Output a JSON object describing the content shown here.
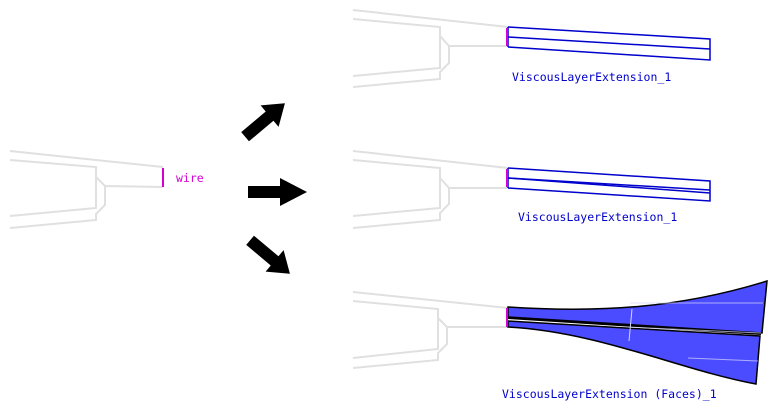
{
  "labels": {
    "wire": "wire",
    "result_1": "ViscousLayerExtension_1",
    "result_2": "ViscousLayerExtension_1",
    "result_3": "ViscousLayerExtension (Faces)_1"
  },
  "colors": {
    "geometry_outline": "#e0e0e0",
    "wire": "#d400d4",
    "extension_line": "#0000cc",
    "face_fill": "#4b4bff",
    "face_border": "#000000",
    "face_edge_light": "#d8d8ff",
    "arrow": "#000000"
  },
  "icons": [
    "arrow-up-right-icon",
    "arrow-right-icon",
    "arrow-down-right-icon"
  ]
}
